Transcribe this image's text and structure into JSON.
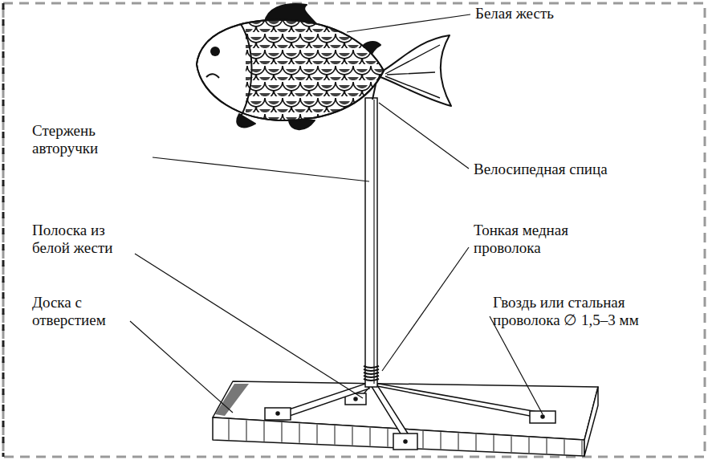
{
  "diagram": {
    "labels": [
      "Белая жесть",
      "Стержень авторучки",
      "Велосипедная спица",
      "Полоска из белой жести",
      "Тонкая медная проволока",
      "Доска с отверстием",
      "Гвоздь или стальная проволока ∅ 1,5–3 мм"
    ]
  }
}
